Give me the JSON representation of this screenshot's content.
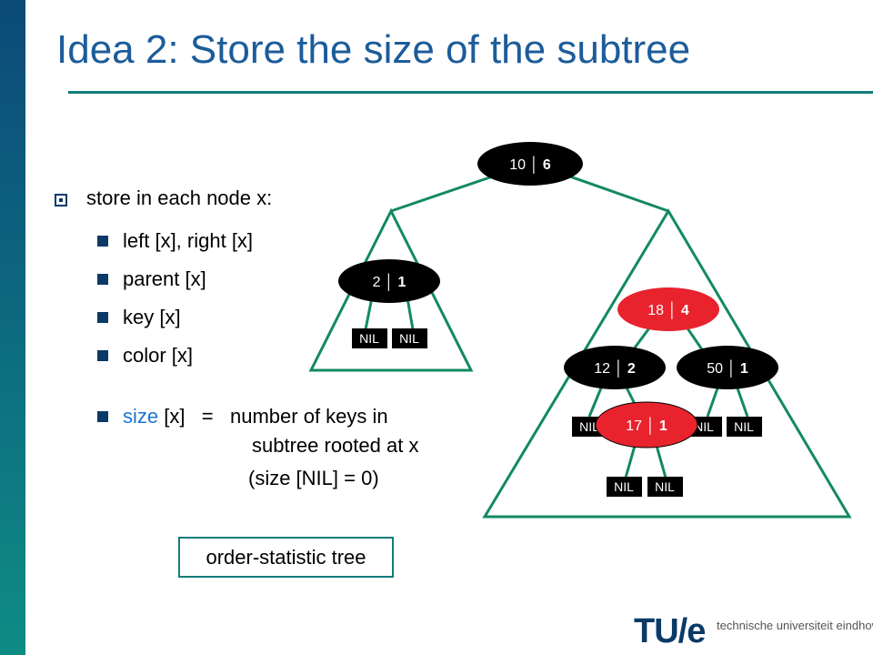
{
  "slide": {
    "title": "Idea 2: Store the size of the subtree",
    "bullet_main": "store in each node x:",
    "sub_bullets": [
      "left [x], right [x]",
      "parent [x]",
      "key [x]",
      "color [x]"
    ],
    "size_line": {
      "key": "size",
      "rest": "[x]   =   number of keys in",
      "line2": "subtree rooted at x",
      "line3": "(size [NIL] = 0)"
    },
    "box_label": "order-statistic tree"
  },
  "tree": {
    "nodes": [
      {
        "id": "n10",
        "key": "10",
        "size": "6",
        "color": "black"
      },
      {
        "id": "n2",
        "key": "2",
        "size": "1",
        "color": "black"
      },
      {
        "id": "n18",
        "key": "18",
        "size": "4",
        "color": "red"
      },
      {
        "id": "n12",
        "key": "12",
        "size": "2",
        "color": "black"
      },
      {
        "id": "n50",
        "key": "50",
        "size": "1",
        "color": "black"
      },
      {
        "id": "n17",
        "key": "17",
        "size": "1",
        "color": "red"
      }
    ],
    "nil_label": "NIL",
    "colors": {
      "black_node": "#000000",
      "red_node": "#e8232e",
      "edge": "#138a5e"
    }
  },
  "footer": {
    "logo": "TU/e",
    "institution": "technische universiteit eindhoven"
  }
}
